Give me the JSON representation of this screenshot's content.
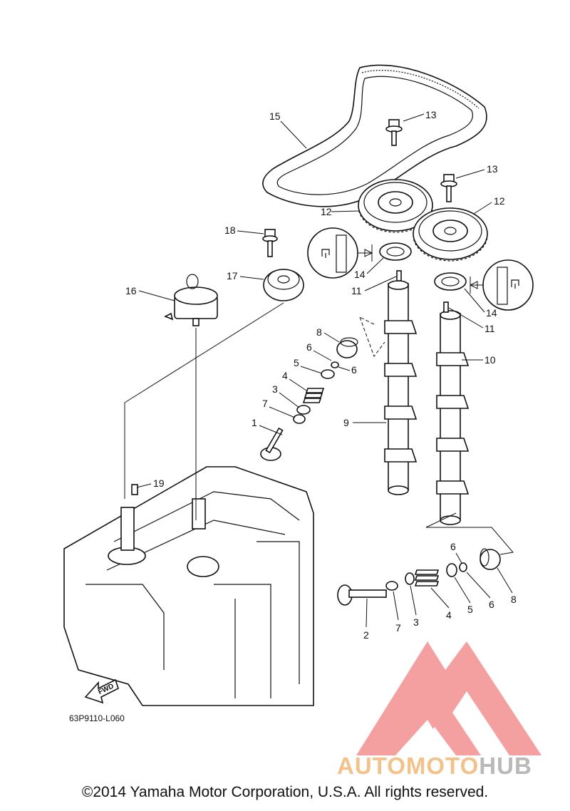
{
  "diagram_code": "63P9110-L060",
  "fwd_label": "FWD",
  "copyright": "©2014 Yamaha Motor Corporation, U.S.A. All rights reserved.",
  "watermark": {
    "part1": "AUTOMOTO",
    "part2": "HUB",
    "color_primary": "#f08080",
    "color_accent": "#f3c28a",
    "color_secondary": "#b9b9b9"
  },
  "callouts": {
    "c1": "1",
    "c2": "2",
    "c3a": "3",
    "c3b": "3",
    "c4a": "4",
    "c4b": "4",
    "c5a": "5",
    "c5b": "5",
    "c6a": "6",
    "c6b": "6",
    "c6c": "6",
    "c6d": "6",
    "c7a": "7",
    "c7b": "7",
    "c8a": "8",
    "c8b": "8",
    "c9": "9",
    "c10": "10",
    "c11a": "11",
    "c11b": "11",
    "c12a": "12",
    "c12b": "12",
    "c13a": "13",
    "c13b": "13",
    "c14a": "14",
    "c14b": "14",
    "c15": "15",
    "c16": "16",
    "c17": "17",
    "c18": "18",
    "c19": "19"
  }
}
